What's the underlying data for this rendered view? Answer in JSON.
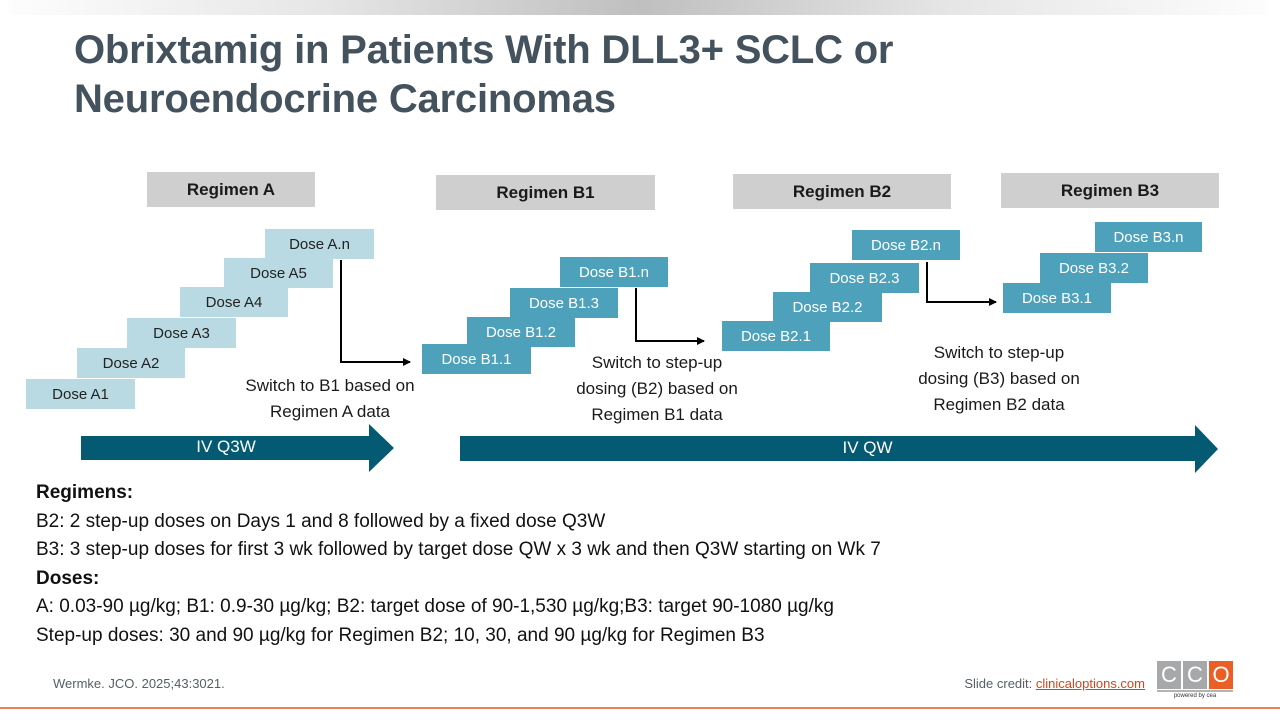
{
  "slide": {
    "title_line1": "Obrixtamig in Patients With DLL3+ SCLC or",
    "title_line2": "Neuroendocrine Carcinomas"
  },
  "regimens": [
    {
      "name": "Regimen A",
      "doses": [
        "Dose A1",
        "Dose A2",
        "Dose A3",
        "Dose A4",
        "Dose A5",
        "Dose A.n"
      ]
    },
    {
      "name": "Regimen B1",
      "doses": [
        "Dose B1.1",
        "Dose B1.2",
        "Dose B1.3",
        "Dose B1.n"
      ]
    },
    {
      "name": "Regimen B2",
      "doses": [
        "Dose B2.1",
        "Dose B2.2",
        "Dose B2.3",
        "Dose B2.n"
      ]
    },
    {
      "name": "Regimen B3",
      "doses": [
        "Dose B3.1",
        "Dose B3.2",
        "Dose B3.n"
      ]
    }
  ],
  "transitions": [
    {
      "line1": "Switch to B1 based on",
      "line2": "Regimen A data"
    },
    {
      "line1": "Switch to step-up",
      "line2": "dosing (B2) based on",
      "line3": "Regimen B1 data"
    },
    {
      "line1": "Switch to step-up",
      "line2": "dosing (B3) based on",
      "line3": "Regimen B2 data"
    }
  ],
  "schedules": [
    {
      "label": "IV Q3W"
    },
    {
      "label": "IV QW"
    }
  ],
  "details": {
    "regimens_heading": "Regimens:",
    "regimens_lines": [
      "B2: 2 step-up doses on Days 1 and 8 followed by a fixed dose Q3W",
      "B3: 3 step-up doses for first 3 wk followed by target dose QW x 3 wk and then Q3W starting on Wk 7"
    ],
    "doses_heading": "Doses:",
    "doses_lines": [
      "A: 0.03-90 µg/kg; B1: 0.9-30 µg/kg; B2: target dose of 90-1,530 µg/kg;B3: target 90-1080 µg/kg",
      "Step-up doses: 30 and 90 µg/kg for Regimen B2; 10, 30, and 90 µg/kg for Regimen B3"
    ]
  },
  "footer": {
    "citation": "Wermke. JCO. 2025;43:3021.",
    "credit_label": "Slide credit:",
    "credit_link": "clinicaloptions.com",
    "logo_letters": [
      "C",
      "C",
      "O"
    ],
    "logo_tagline": "powered by cea"
  },
  "colors": {
    "title": "#44525e",
    "header_gray": "#cfcfcf",
    "dose_light": "#b9dae3",
    "dose_teal": "#4ea1bb",
    "schedule_arrow": "#045a72",
    "accent_orange": "#ef7d55",
    "logo_gray": "#a6a8aa",
    "logo_orange": "#e95f26"
  }
}
